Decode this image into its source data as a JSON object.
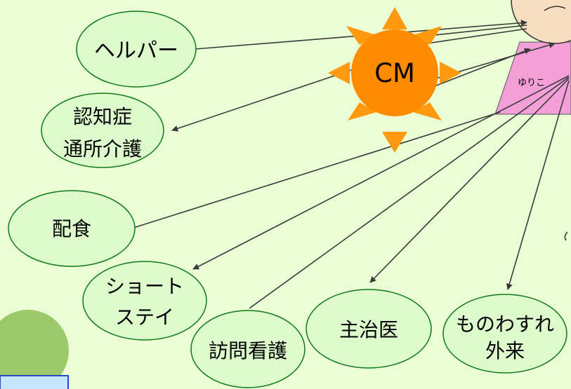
{
  "nodes": {
    "cm": "CM",
    "helper": "ヘルパー",
    "dementia_day_care": [
      "認知症",
      "通所介護"
    ],
    "meal_delivery": "配食",
    "short_stay": [
      "ショート",
      "ステイ"
    ],
    "visiting_nursing": "訪問看護",
    "attending_doctor": "主治医",
    "memory_clinic": [
      "ものわすれ",
      "外来"
    ],
    "client_name": "ゆりこ"
  },
  "colors": {
    "background": "#eafdd4",
    "bubble_fill": "#dcfacc",
    "bubble_stroke": "#0f7a1a",
    "sun_body": "#ff8c00",
    "sun_ray": "#ff9a10",
    "client_body": "#f4a0d8",
    "client_head": "#f6dcc0",
    "line": "#3a3a3a"
  }
}
